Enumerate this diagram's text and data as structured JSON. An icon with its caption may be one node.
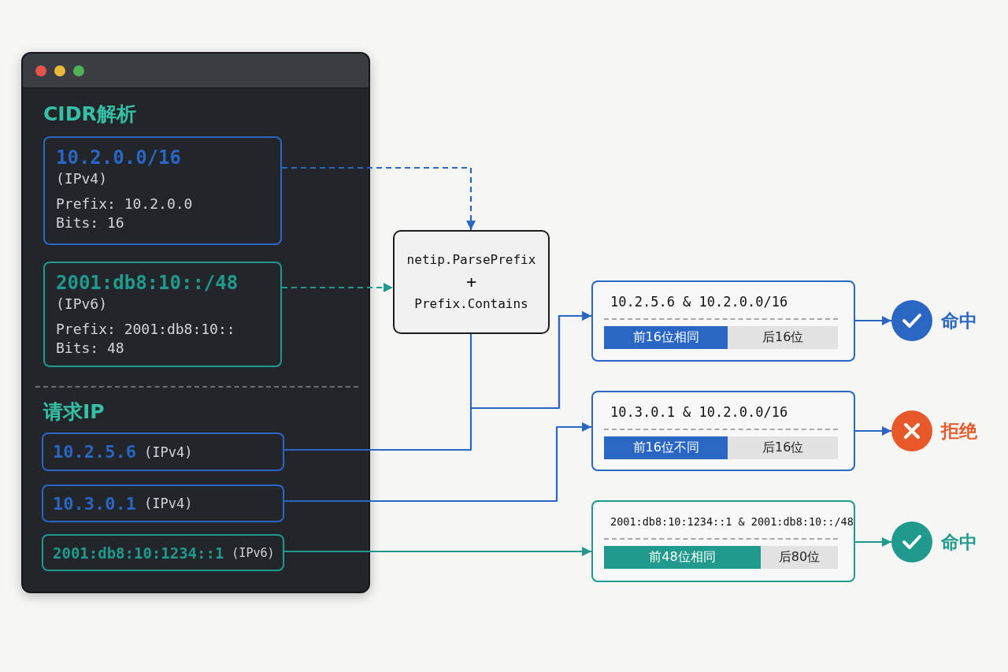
{
  "diagram": {
    "nodes": [
      {
        "text": [
          "CIDR解析",
          "请求IP"
        ]
      },
      {
        "text": [
          "10.2.0.0/16",
          "(IPv4)",
          "Prefix: 10.2.0.0",
          "Bits: 16"
        ],
        "in": 0
      },
      {
        "text": [
          "2001:db8:10::/48",
          "(IPv6)",
          "Prefix: 2001:db8:10::",
          "Bits: 48"
        ],
        "in": 0
      },
      {
        "text": [
          "10.2.5.6",
          "(IPv4)"
        ],
        "in": 0
      },
      {
        "text": [
          "10.3.0.1",
          "(IPv4)"
        ],
        "in": 0
      },
      {
        "text": [
          "2001:db8:10:1234::1",
          "(IPv6)"
        ],
        "in": 0
      },
      {
        "text": [
          "netip.ParsePrefix",
          "+",
          "Prefix.Contains"
        ]
      },
      {
        "text": [
          "10.2.5.6 & 10.2.0.0/16",
          "前16位相同",
          "后16位"
        ]
      },
      {
        "text": [
          "10.3.0.1 & 10.2.0.0/16",
          "前16位不同",
          "后16位"
        ]
      },
      {
        "text": [
          "2001:db8:10:1234::1 & 2001:db8:10::/48",
          "前48位相同",
          "后80位"
        ]
      },
      {
        "text": [],
        "shape": "circle",
        "beside": [
          "命中"
        ]
      },
      {
        "text": [],
        "shape": "circle",
        "beside": [
          "拒绝"
        ]
      },
      {
        "text": [],
        "shape": "circle",
        "beside": [
          "命中"
        ]
      }
    ],
    "edges": [
      {
        "from": 1,
        "to": 6,
        "arrow": "to",
        "style": "dashed"
      },
      {
        "from": 2,
        "to": 6,
        "arrow": "to",
        "style": "dashed",
        "color": "#1f9a8c"
      },
      {
        "from": 6,
        "to": 7,
        "arrow": "to"
      },
      {
        "from": 3,
        "to": 7,
        "arrow": "to"
      },
      {
        "from": 4,
        "to": 8,
        "arrow": "to"
      },
      {
        "from": 5,
        "to": 9,
        "arrow": "to",
        "color": "#1f9a8c"
      },
      {
        "from": 7,
        "to": 10,
        "arrow": "to"
      },
      {
        "from": 8,
        "to": 11,
        "arrow": "to"
      },
      {
        "from": 9,
        "to": 12,
        "arrow": "to",
        "color": "#1f9a8c"
      }
    ]
  }
}
